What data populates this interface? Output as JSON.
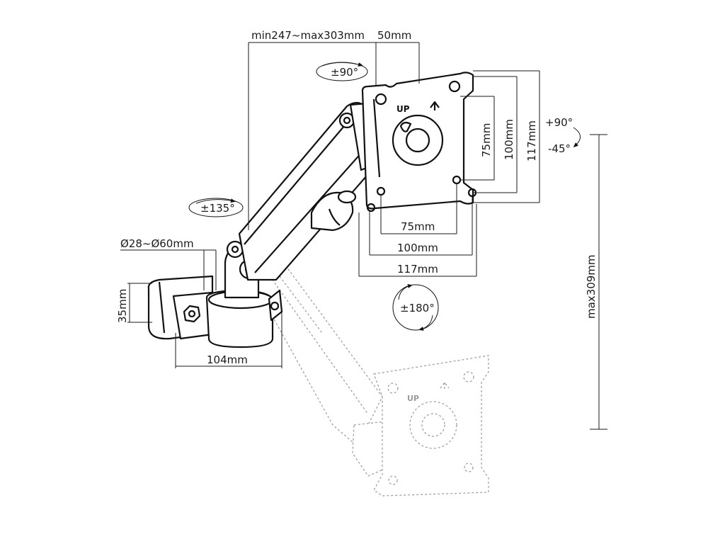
{
  "dimensions": {
    "arm_reach": "min247~max303mm",
    "plate_offset": "50mm",
    "vesa_h_75": "75mm",
    "vesa_h_100": "100mm",
    "vesa_h_117": "117mm",
    "vesa_v_75": "75mm",
    "vesa_v_100": "100mm",
    "vesa_v_117": "117mm",
    "clamp_diameter": "Ø28~Ø60mm",
    "clamp_height": "35mm",
    "clamp_width": "104mm",
    "max_height": "max309mm"
  },
  "rotations": {
    "plate_swivel": "±90°",
    "arm_swivel": "±135°",
    "screen_rotation": "±180°",
    "tilt_up": "+90°",
    "tilt_down": "-45°"
  },
  "plate_label": "UP",
  "ghost_plate_label": "UP",
  "colors": {
    "line": "#111111",
    "ghost": "#9a9a9a",
    "background": "#ffffff"
  }
}
